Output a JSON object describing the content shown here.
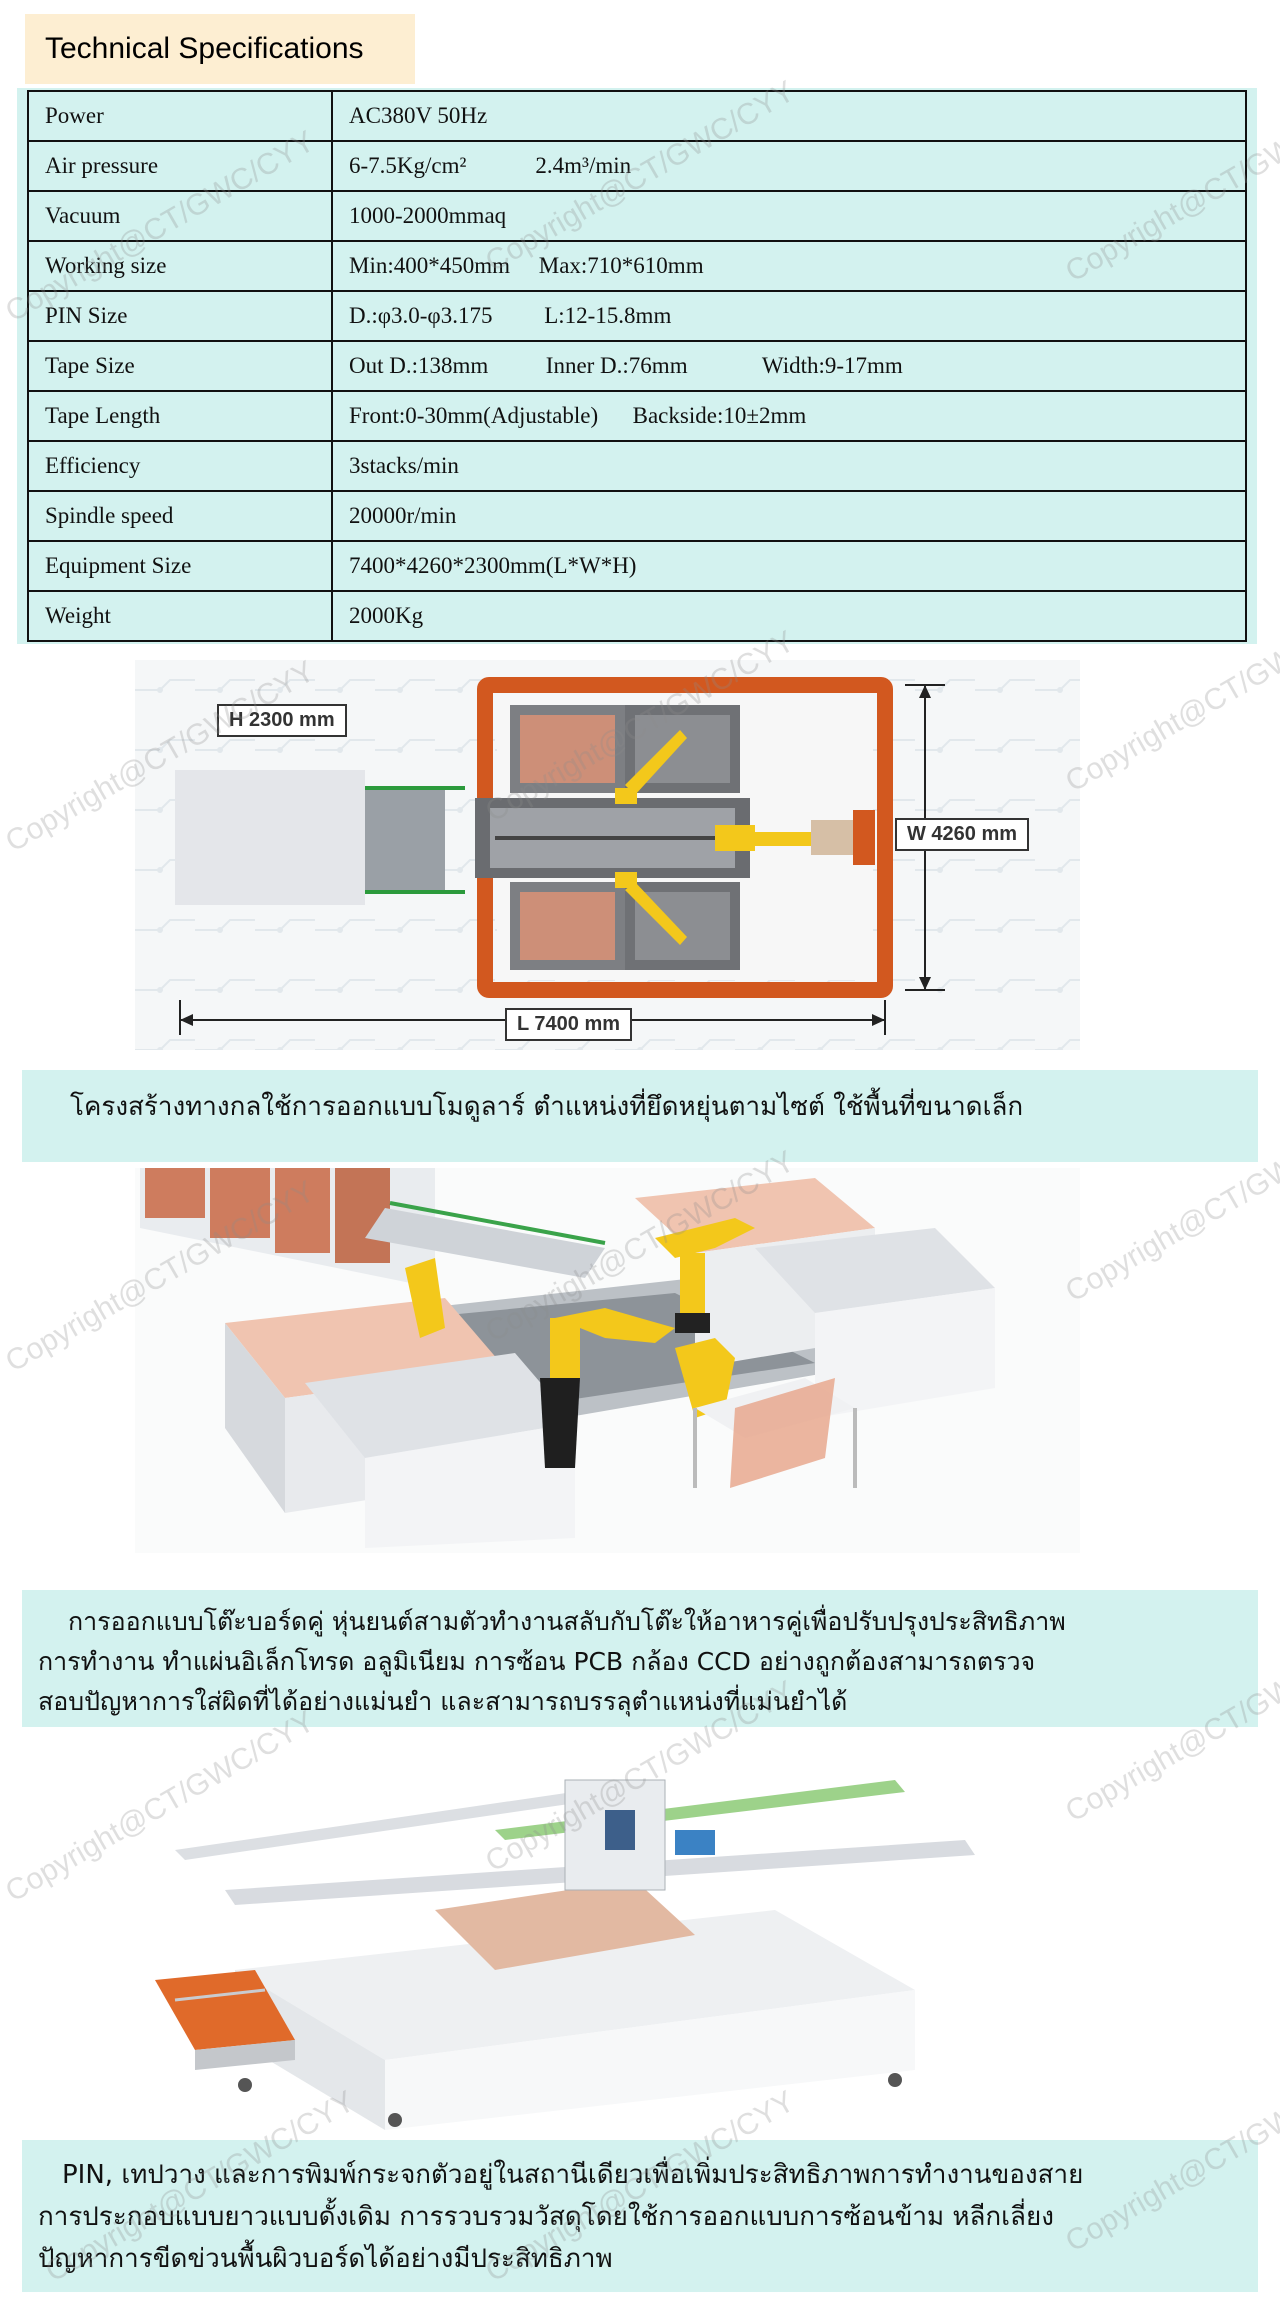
{
  "header": {
    "title": "Technical Specifications"
  },
  "specs": [
    {
      "label": "Power",
      "value": "AC380V 50Hz"
    },
    {
      "label": "Air pressure",
      "value": "6-7.5Kg/cm²            2.4m³/min"
    },
    {
      "label": "Vacuum",
      "value": "1000-2000mmaq"
    },
    {
      "label": "Working size",
      "value": "Min:400*450mm     Max:710*610mm"
    },
    {
      "label": "PIN Size",
      "value": "D.:φ3.0-φ3.175         L:12-15.8mm"
    },
    {
      "label": "Tape Size",
      "value": "Out D.:138mm          Inner D.:76mm             Width:9-17mm"
    },
    {
      "label": "Tape Length",
      "value": "Front:0-30mm(Adjustable)      Backside:10±2mm"
    },
    {
      "label": "Efficiency",
      "value": "3stacks/min"
    },
    {
      "label": "Spindle speed",
      "value": "20000r/min"
    },
    {
      "label": "Equipment Size",
      "value": "7400*4260*2300mm(L*W*H)"
    },
    {
      "label": "Weight",
      "value": "2000Kg"
    }
  ],
  "layout_figure": {
    "height_label": "H 2300 mm",
    "width_label": "W 4260 mm",
    "length_label": "L 7400 mm"
  },
  "captions": {
    "c1": "โครงสร้างทางกลใช้การออกแบบโมดูลาร์ ตำแหน่งที่ยึดหยุ่นตามไซต์ ใช้พื้นที่ขนาดเล็ก",
    "c2_line1": "การออกแบบโต๊ะบอร์ดคู่ หุ่นยนต์สามตัวทำงานสลับกับโต๊ะให้อาหารคู่เพื่อปรับปรุงประสิทธิภาพ",
    "c2_line2": "การทำงาน ทำแผ่นอิเล็กโทรด อลูมิเนียม การซ้อน PCB กล้อง CCD อย่างถูกต้องสามารถตรวจ",
    "c2_line3": "สอบปัญหาการใส่ผิดที่ได้อย่างแม่นยำ และสามารถบรรลุตำแหน่งที่แม่นยำได้",
    "c3_line1": "PIN, เทปวาง และการพิมพ์กระจกตัวอยู่ในสถานีเดียวเพื่อเพิ่มประสิทธิภาพการทำงานของสาย",
    "c3_line2": "การประกอบแบบยาวแบบดั้งเดิม การรวบรวมวัสดุโดยใช้การออกแบบการซ้อนข้าม หลีกเลี่ยง",
    "c3_line3": "ปัญหาการขีดข่วนพื้นผิวบอร์ดได้อย่างมีประสิทธิภาพ"
  },
  "watermarks": [
    "Copyright@CT/GWC/CYY"
  ],
  "colors": {
    "table_bg": "#d3f2ef",
    "title_bg": "#fdeed2",
    "frame_orange": "#d2581f",
    "robot_yellow": "#f3c81b"
  }
}
